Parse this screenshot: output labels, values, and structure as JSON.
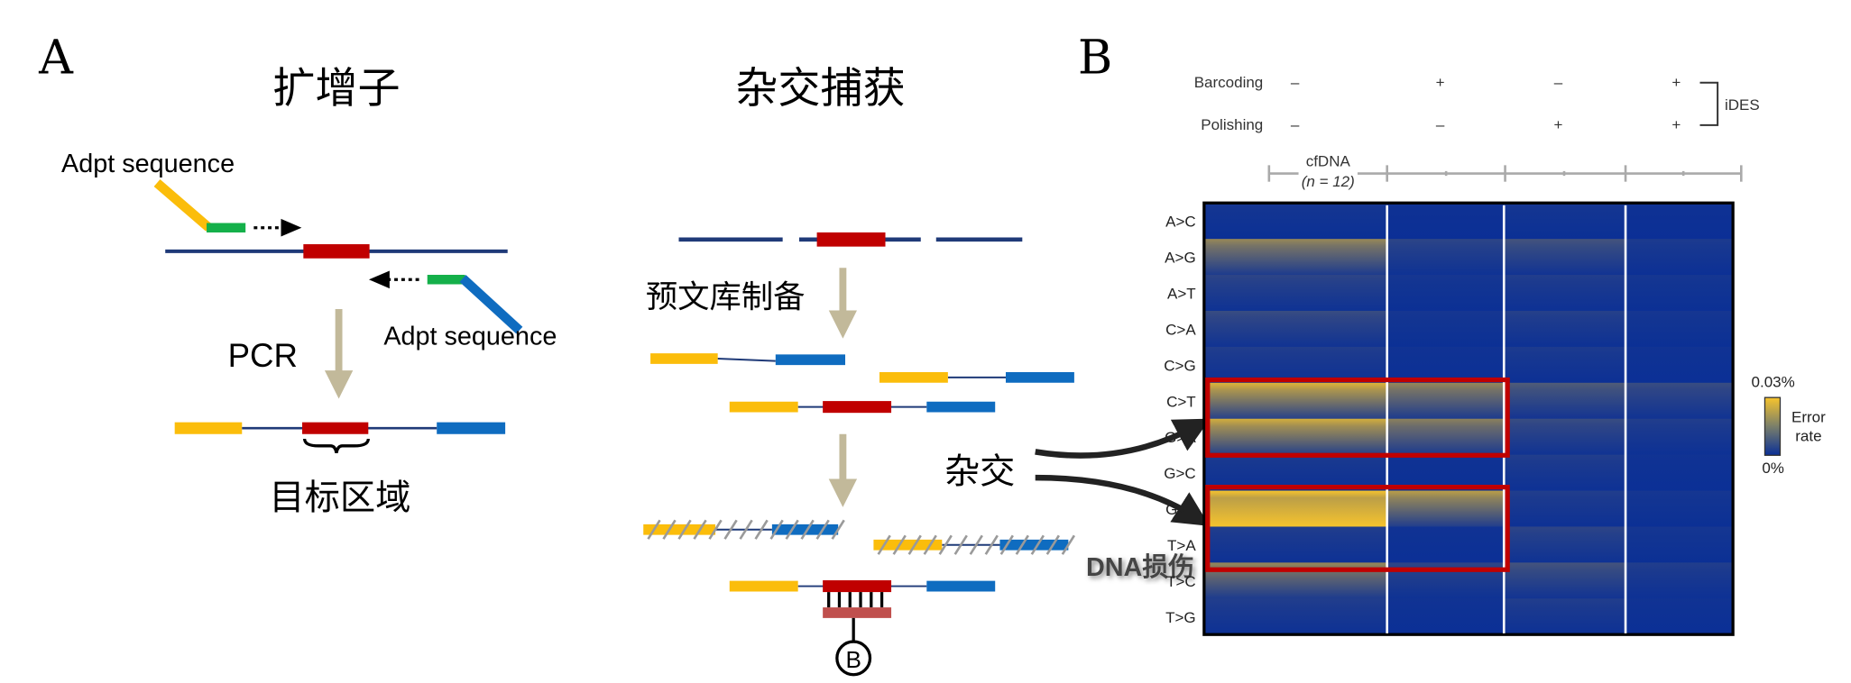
{
  "panel_a": {
    "label": "A",
    "amplicon": {
      "title": "扩增子",
      "adapter_top": "Adpt sequence",
      "adapter_bottom": "Adpt sequence",
      "step": "PCR",
      "target": "目标区域"
    },
    "capture": {
      "title": "杂交捕获",
      "prelib": "预文库制备",
      "hybridize": "杂交",
      "bead": "B"
    },
    "damage_label": "DNA损伤"
  },
  "panel_b": {
    "label": "B",
    "conditions": [
      {
        "name": "Barcoding",
        "values": [
          "–",
          "+",
          "–",
          "+"
        ]
      },
      {
        "name": "Polishing",
        "values": [
          "–",
          "–",
          "+",
          "+"
        ]
      }
    ],
    "group_label": "iDES",
    "sample_label": "cfDNA",
    "sample_n": "(n = 12)",
    "colorbar": {
      "max": "0.03%",
      "min": "0%",
      "title1": "Error",
      "title2": "rate"
    }
  },
  "chart_data": {
    "type": "heatmap",
    "rows": [
      "A>C",
      "A>G",
      "A>T",
      "C>A",
      "C>G",
      "C>T",
      "G>A",
      "G>C",
      "G>T",
      "T>A",
      "T>C",
      "T>G"
    ],
    "columns": [
      "Barcoding– Polishing–",
      "Barcoding+ Polishing–",
      "Barcoding– Polishing+",
      "Barcoding+ Polishing+"
    ],
    "value_range": [
      "0%",
      "0.03%"
    ],
    "relative_intensity": [
      [
        0.05,
        0.02,
        0.05,
        0.02
      ],
      [
        0.6,
        0.15,
        0.25,
        0.08
      ],
      [
        0.15,
        0.05,
        0.1,
        0.05
      ],
      [
        0.2,
        0.05,
        0.12,
        0.05
      ],
      [
        0.1,
        0.03,
        0.08,
        0.03
      ],
      [
        0.9,
        0.6,
        0.3,
        0.2
      ],
      [
        0.85,
        0.55,
        0.2,
        0.1
      ],
      [
        0.08,
        0.03,
        0.1,
        0.03
      ],
      [
        1.0,
        0.75,
        0.1,
        0.05
      ],
      [
        0.1,
        0.03,
        0.15,
        0.05
      ],
      [
        0.6,
        0.15,
        0.25,
        0.1
      ],
      [
        0.1,
        0.03,
        0.1,
        0.03
      ]
    ],
    "highlighted_rows": [
      [
        "C>T",
        "G>A"
      ],
      [
        "G>T"
      ]
    ],
    "colors": {
      "low": "#0a2f96",
      "high": "#f7c42d"
    }
  }
}
